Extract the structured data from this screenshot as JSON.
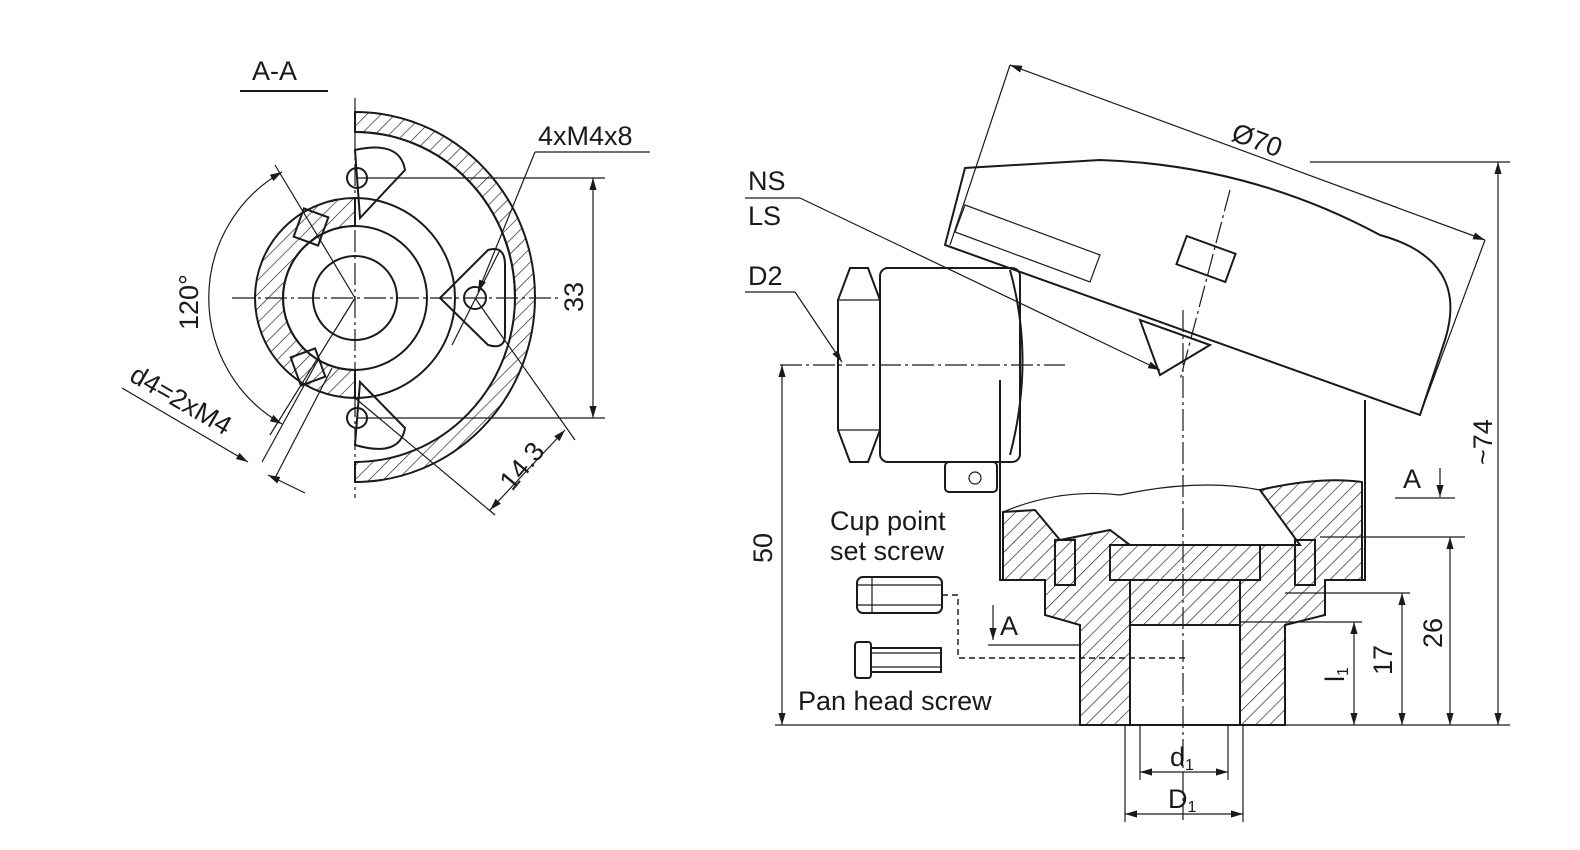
{
  "section": {
    "title": "A-A"
  },
  "left_view": {
    "thread_label": "4xM4x8",
    "angle_label": "120°",
    "dim_33": "33",
    "d4_label": "d4=2xM4",
    "dim_14_3": "14.3"
  },
  "right_view": {
    "diameter_label": "Ø70",
    "ns_label": "NS",
    "ls_label": "LS",
    "d2_label": "D2",
    "height_label": "~74",
    "section_marker_right": "A",
    "section_marker_left": "A",
    "dim_50": "50",
    "dim_26": "26",
    "dim_17": "17",
    "l1_label": "l",
    "l1_sub": "1",
    "cup_screw_label_line1": "Cup point",
    "cup_screw_label_line2": "set screw",
    "pan_screw_label": "Pan head screw",
    "d1_label": "d",
    "d1_sub": "1",
    "D1_label": "D",
    "D1_sub": "1"
  }
}
